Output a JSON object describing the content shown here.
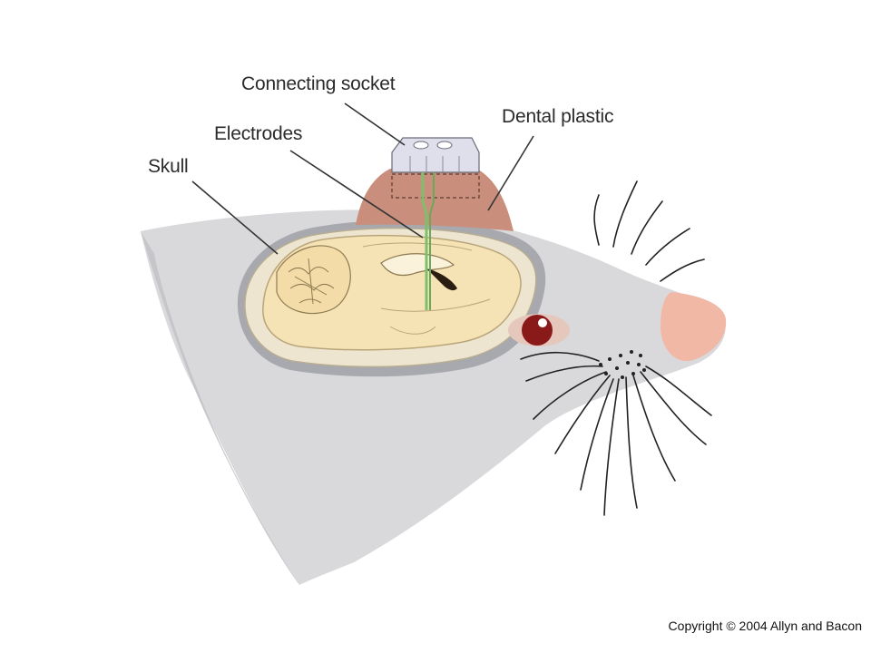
{
  "labels": {
    "connecting_socket": "Connecting socket",
    "dental_plastic": "Dental plastic",
    "electrodes": "Electrodes",
    "skull": "Skull"
  },
  "copyright": "Copyright © 2004 Allyn and Bacon",
  "colors": {
    "fur": "#d9d9dc",
    "fur_shadow": "#c6c6ca",
    "skull_cut": "#ede5cf",
    "brain": "#f6e3b5",
    "dental_plastic": "#c98f7c",
    "socket": "#dedfea",
    "electrode": "#7fbf6b",
    "nose": "#f1b8a6",
    "eye": "#8a1a1a",
    "leader_line": "#333333"
  }
}
